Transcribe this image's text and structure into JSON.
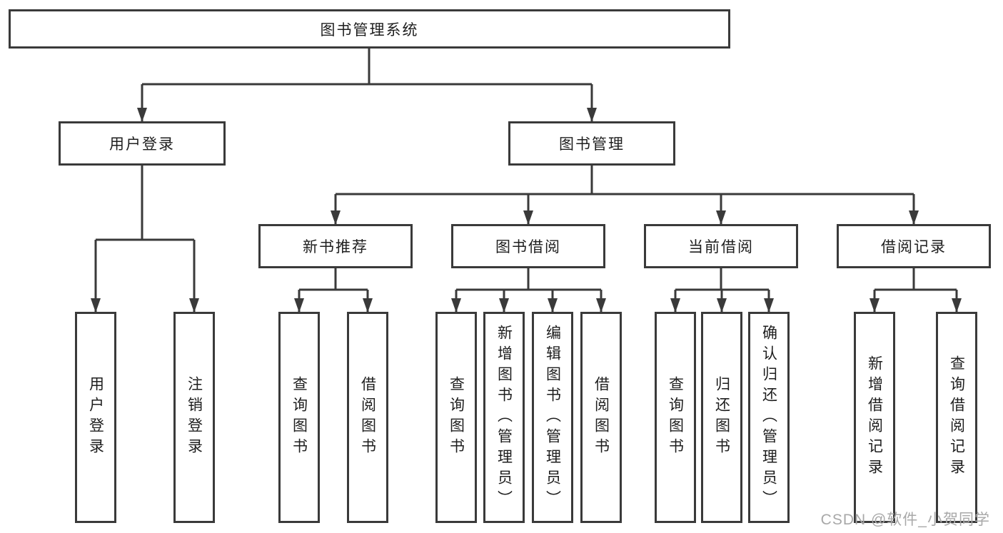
{
  "diagram": {
    "root": {
      "label": "图书管理系统"
    },
    "branches": [
      {
        "label": "用户登录",
        "children": [
          {
            "label": "用户登录"
          },
          {
            "label": "注销登录"
          }
        ]
      },
      {
        "label": "图书管理",
        "children": [
          {
            "label": "新书推荐",
            "children": [
              {
                "label": "查询图书"
              },
              {
                "label": "借阅图书"
              }
            ]
          },
          {
            "label": "图书借阅",
            "children": [
              {
                "label": "查询图书"
              },
              {
                "label": "新增图书（管理员）"
              },
              {
                "label": "编辑图书（管理员）"
              },
              {
                "label": "借阅图书"
              }
            ]
          },
          {
            "label": "当前借阅",
            "children": [
              {
                "label": "查询图书"
              },
              {
                "label": "归还图书"
              },
              {
                "label": "确认归还（管理员）"
              }
            ]
          },
          {
            "label": "借阅记录",
            "children": [
              {
                "label": "新增借阅记录"
              },
              {
                "label": "查询借阅记录"
              }
            ]
          }
        ]
      }
    ]
  },
  "watermark": {
    "text": "CSDN @软件_小贺同学"
  },
  "colors": {
    "line": "#3a3a3a",
    "text": "#1e1e1e",
    "background": "#ffffff",
    "watermark": "#a8a8a8"
  }
}
